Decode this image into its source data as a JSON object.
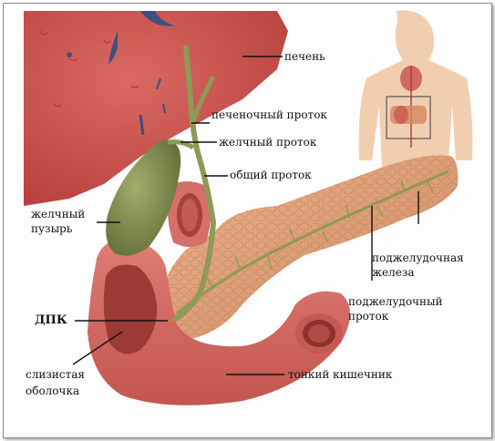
{
  "labels": {
    "liver": "печень",
    "hepatic_duct": "печеночный проток",
    "cystic_duct": "желчный проток",
    "common_duct": "общий проток",
    "gallbladder_line1": "желчный",
    "gallbladder_line2": "пузырь",
    "pancreas_line1": "поджелудочная",
    "pancreas_line2": "железа",
    "pancreatic_duct_line1": "поджелудочный",
    "pancreatic_duct_line2": "проток",
    "duodenum": "ДПК",
    "mucosa_line1": "слизистая",
    "mucosa_line2": "оболочка",
    "small_intestine": "тонкий кишечник"
  },
  "colors": {
    "liver": "#c9504b",
    "gallbladder": "#7d8a4a",
    "pancreas": "#e3a57c",
    "intestine": "#d46f69",
    "duct": "#8e9a57"
  }
}
